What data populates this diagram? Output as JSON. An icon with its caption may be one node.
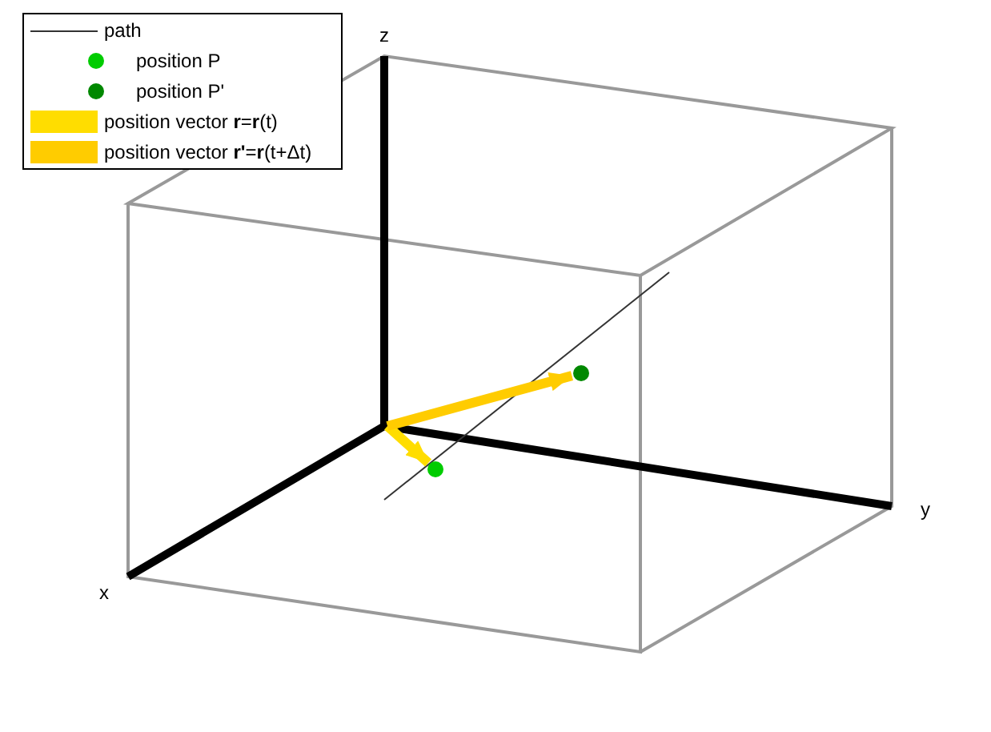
{
  "diagram": {
    "nodes": [
      {
        "text": [],
        "shape": "circle"
      },
      {
        "text": [],
        "shape": "circle"
      }
    ],
    "edges": [
      {
        "from": null,
        "to": 0,
        "arrow": "to",
        "color": "#ffdd00"
      },
      {
        "from": null,
        "to": 1,
        "arrow": "to",
        "color": "#ffcc00"
      }
    ],
    "labels": [
      "z",
      "y",
      "x"
    ],
    "legend": [
      {
        "text": "path"
      },
      {
        "text": "position P",
        "color": "#00cc00"
      },
      {
        "text": "position P'",
        "color": "#008800"
      },
      {
        "text": "position vector **r**=**r**(t)",
        "color": "#ffdd00"
      },
      {
        "text": "position vector **r'**=**r**(t+Δt)",
        "color": "#ffcc00"
      }
    ]
  }
}
